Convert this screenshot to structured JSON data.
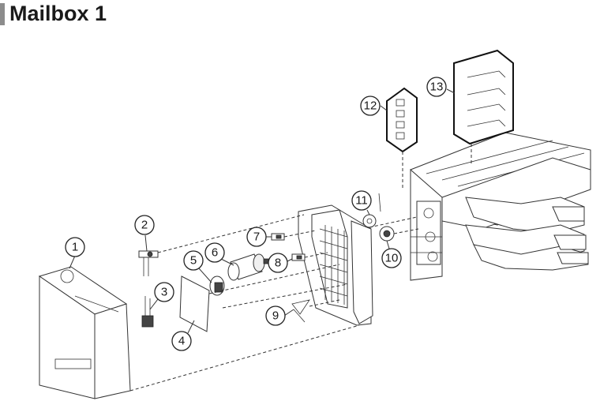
{
  "page": {
    "title": "Mailbox 1"
  },
  "callouts": [
    {
      "id": "1",
      "label": "1"
    },
    {
      "id": "2",
      "label": "2"
    },
    {
      "id": "3",
      "label": "3"
    },
    {
      "id": "4",
      "label": "4"
    },
    {
      "id": "5",
      "label": "5"
    },
    {
      "id": "6",
      "label": "6"
    },
    {
      "id": "7",
      "label": "7"
    },
    {
      "id": "8",
      "label": "8"
    },
    {
      "id": "9",
      "label": "9"
    },
    {
      "id": "10",
      "label": "10"
    },
    {
      "id": "11",
      "label": "11"
    },
    {
      "id": "12",
      "label": "12"
    },
    {
      "id": "13",
      "label": "13"
    }
  ]
}
